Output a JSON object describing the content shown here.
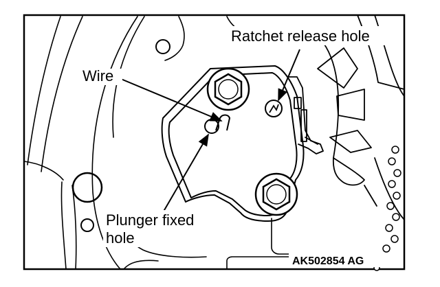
{
  "labels": {
    "wire": "Wire",
    "ratchet_release_hole": "Ratchet release hole",
    "plunger_fixed_hole_line1": "Plunger fixed",
    "plunger_fixed_hole_line2": "hole"
  },
  "figure_code": "AK502854 AG"
}
